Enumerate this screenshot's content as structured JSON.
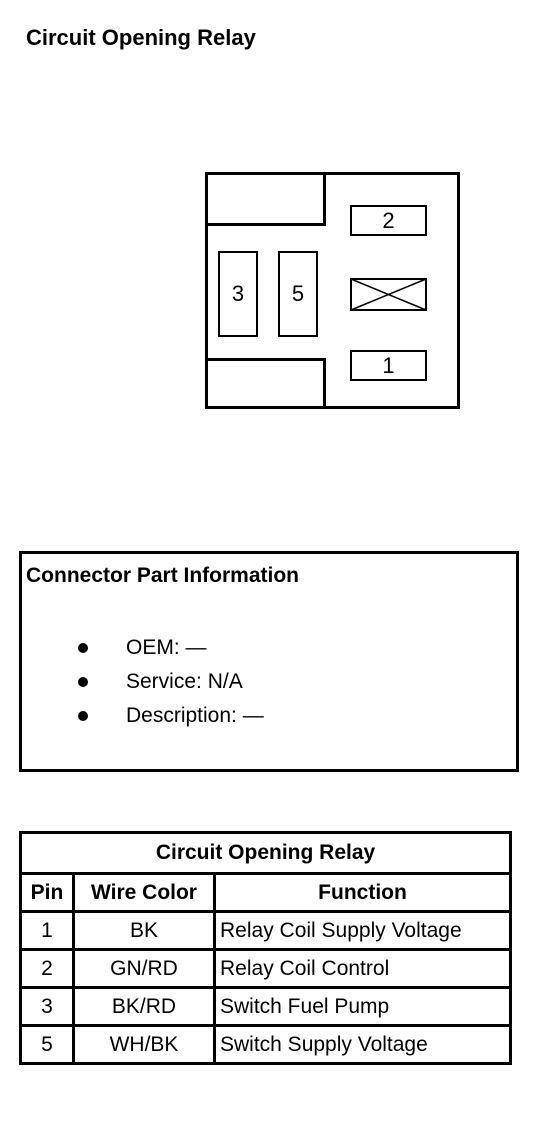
{
  "title": "Circuit Opening Relay",
  "connector": {
    "pins": {
      "p1": "1",
      "p2": "2",
      "p3": "3",
      "p5": "5"
    },
    "blank_cavity_icon": "x-crossed-box"
  },
  "part_info": {
    "heading": "Connector Part Information",
    "items": [
      "OEM: —",
      "Service: N/A",
      "Description: —"
    ]
  },
  "pin_table": {
    "caption": "Circuit Opening Relay",
    "headers": [
      "Pin",
      "Wire Color",
      "Function"
    ],
    "rows": [
      [
        "1",
        "BK",
        "Relay Coil Supply Voltage"
      ],
      [
        "2",
        "GN/RD",
        "Relay Coil Control"
      ],
      [
        "3",
        "BK/RD",
        "Switch Fuel Pump"
      ],
      [
        "5",
        "WH/BK",
        "Switch Supply Voltage"
      ]
    ]
  }
}
